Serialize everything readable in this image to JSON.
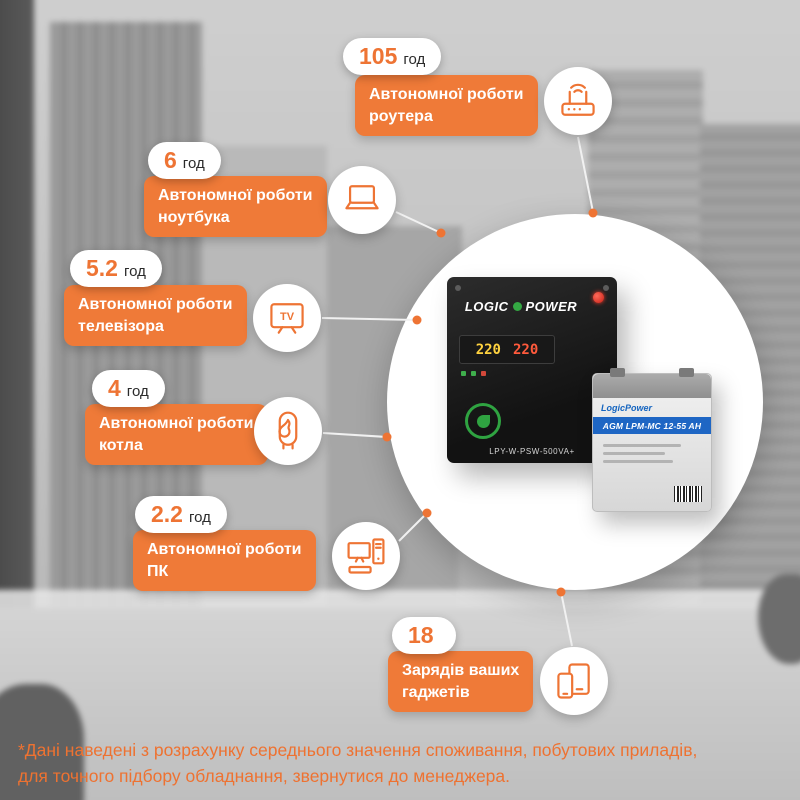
{
  "colors": {
    "accent": "#ee7434",
    "badge": "#ef7a38",
    "footnote": "#ee7231",
    "battery_band": "#1e66c4"
  },
  "stats": [
    {
      "value": "105",
      "unit": "год",
      "label": "Автономної роботи\nроутера",
      "icon": "router-icon"
    },
    {
      "value": "6",
      "unit": "год",
      "label": "Автономної роботи\nноутбука",
      "icon": "laptop-icon"
    },
    {
      "value": "5.2",
      "unit": "год",
      "label": "Автономної роботи\nтелевізора",
      "icon": "tv-icon"
    },
    {
      "value": "4",
      "unit": "год",
      "label": "Автономної роботи\nкотла",
      "icon": "boiler-icon"
    },
    {
      "value": "2.2",
      "unit": "год",
      "label": "Автономної роботи\nПК",
      "icon": "pc-icon"
    },
    {
      "value": "18",
      "unit": "",
      "label": "Зарядів ваших\nгаджетів",
      "icon": "gadgets-icon"
    }
  ],
  "product": {
    "brand_left": "LOGIC",
    "brand_right": "POWER",
    "display_left": "220",
    "display_right": "220",
    "model": "LPY-W-PSW-500VA+",
    "battery_brand": "LogicPower",
    "battery_model": "AGM LPM-MC 12-55 AH"
  },
  "icons": {
    "tv_label": "TV"
  },
  "footnote": {
    "line1": "*Дані наведені з розрахунку середнього значення споживання, побутових приладів,",
    "line2": "для точного підбору обладнання, звернутися до менеджера."
  }
}
